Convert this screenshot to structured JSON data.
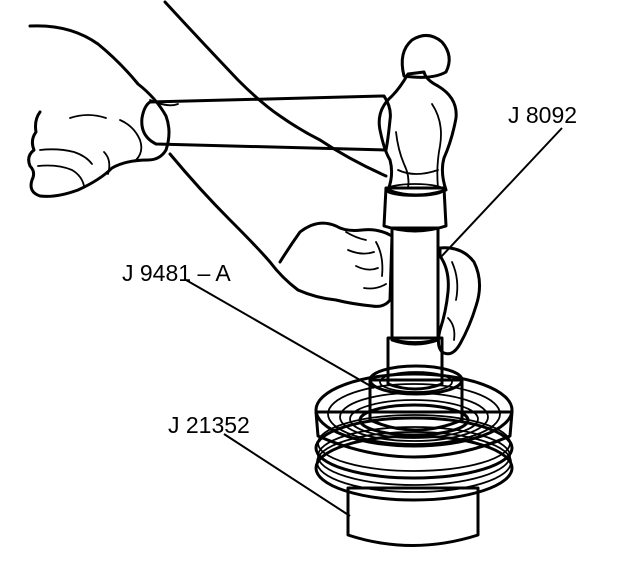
{
  "labels": {
    "j8092": "J 8092",
    "j9481a": "J 9481 – A",
    "j21352": "J 21352"
  },
  "colors": {
    "line": "#000000",
    "stipple": "#9a9a9a",
    "background": "#ffffff"
  }
}
